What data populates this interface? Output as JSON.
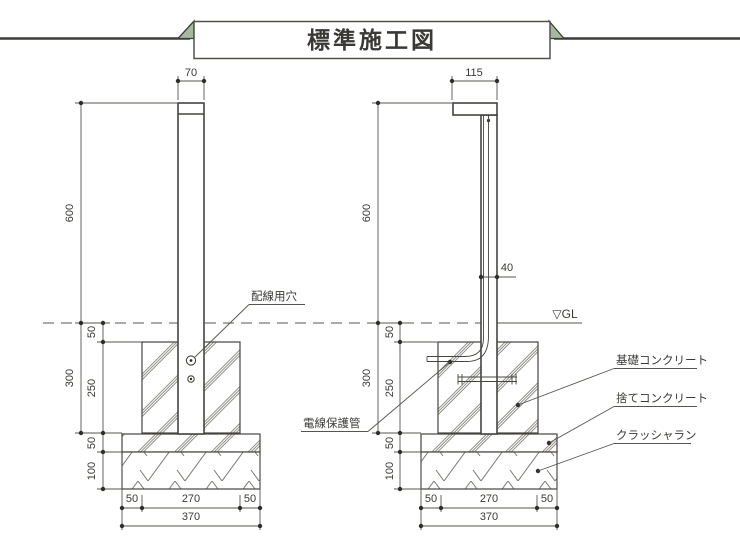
{
  "title": "標準施工図",
  "colors": {
    "ribbon_green": "#a4ba9c",
    "line": "#45443f",
    "dim_line": "#56544e",
    "hatch": "#908e88"
  },
  "ground_label": "▽GL",
  "front_view": {
    "dims": {
      "top_width": "70",
      "height_above_gl": "600",
      "gl_to_footing": "50",
      "embed_total": "300",
      "footing_height": "250",
      "lean_height": "50",
      "crusher_height": "100",
      "left_margin": "50",
      "footing_width": "270",
      "right_margin": "50",
      "total_width": "370"
    },
    "callouts": {
      "wiring_hole": "配線用穴"
    }
  },
  "side_view": {
    "dims": {
      "top_width": "115",
      "height_above_gl": "600",
      "post_depth": "40",
      "gl_to_footing": "50",
      "embed_total": "300",
      "footing_height": "250",
      "lean_height": "50",
      "crusher_height": "100",
      "left_margin": "50",
      "footing_width": "270",
      "right_margin": "50",
      "total_width": "370"
    },
    "callouts": {
      "conduit": "電線保護管",
      "foundation": "基礎コンクリート",
      "lean_concrete": "捨てコンクリート",
      "crusher_run": "クラッシャラン"
    }
  }
}
